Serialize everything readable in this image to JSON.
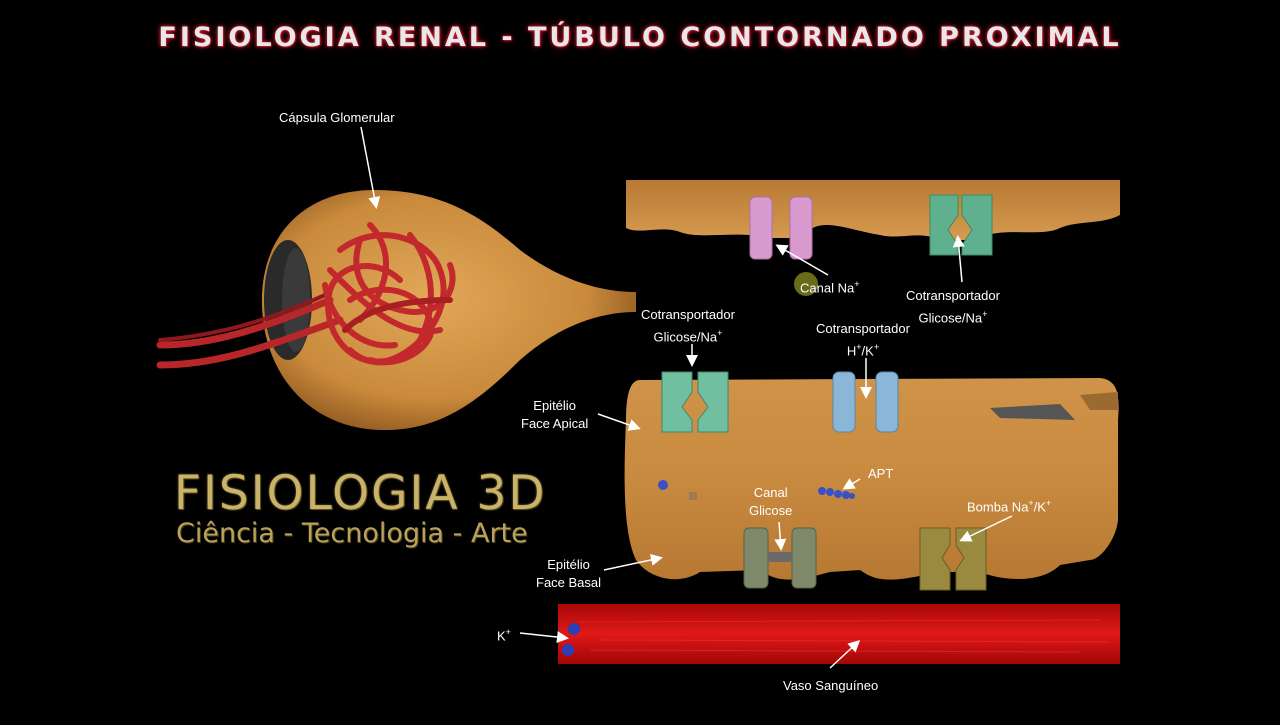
{
  "title": "FISIOLOGIA RENAL - TÚBULO CONTORNADO PROXIMAL",
  "brand": {
    "name": "FISIOLOGIA 3D",
    "tagline": "Ciência - Tecnologia - Arte"
  },
  "labels": {
    "capsula": "Cápsula Glomerular",
    "canal_na": "Canal Na",
    "cotransp_top_1": "Cotransportador",
    "cotransp_top_2": "Glicose/Na",
    "cotransp_left_1": "Cotransportador",
    "cotransp_left_2": "Glicose/Na",
    "cotransp_hk_1": "Cotransportador",
    "cotransp_hk_2": "H",
    "cotransp_hk_3": "/K",
    "epitelio_apical_1": "Epitélio",
    "epitelio_apical_2": "Face Apical",
    "apt": "APT",
    "canal_glicose_1": "Canal",
    "canal_glicose_2": "Glicose",
    "bomba": "Bomba Na",
    "bomba_2": "/K",
    "epitelio_basal_1": "Epitélio",
    "epitelio_basal_2": "Face Basal",
    "k": "K",
    "vaso": "Vaso Sanguíneo",
    "plus": "+"
  },
  "colors": {
    "tissue": "#c98a3c",
    "tissue_dark": "#9a5f22",
    "vessel": "#c00c0c",
    "glomerulus": "#b8262a",
    "channel_pink": "#d99ad0",
    "channel_green": "#6fbfa0",
    "channel_blue": "#8ab6d8",
    "channel_olive": "#9a8a40",
    "channel_gray": "#7f8a6a"
  }
}
